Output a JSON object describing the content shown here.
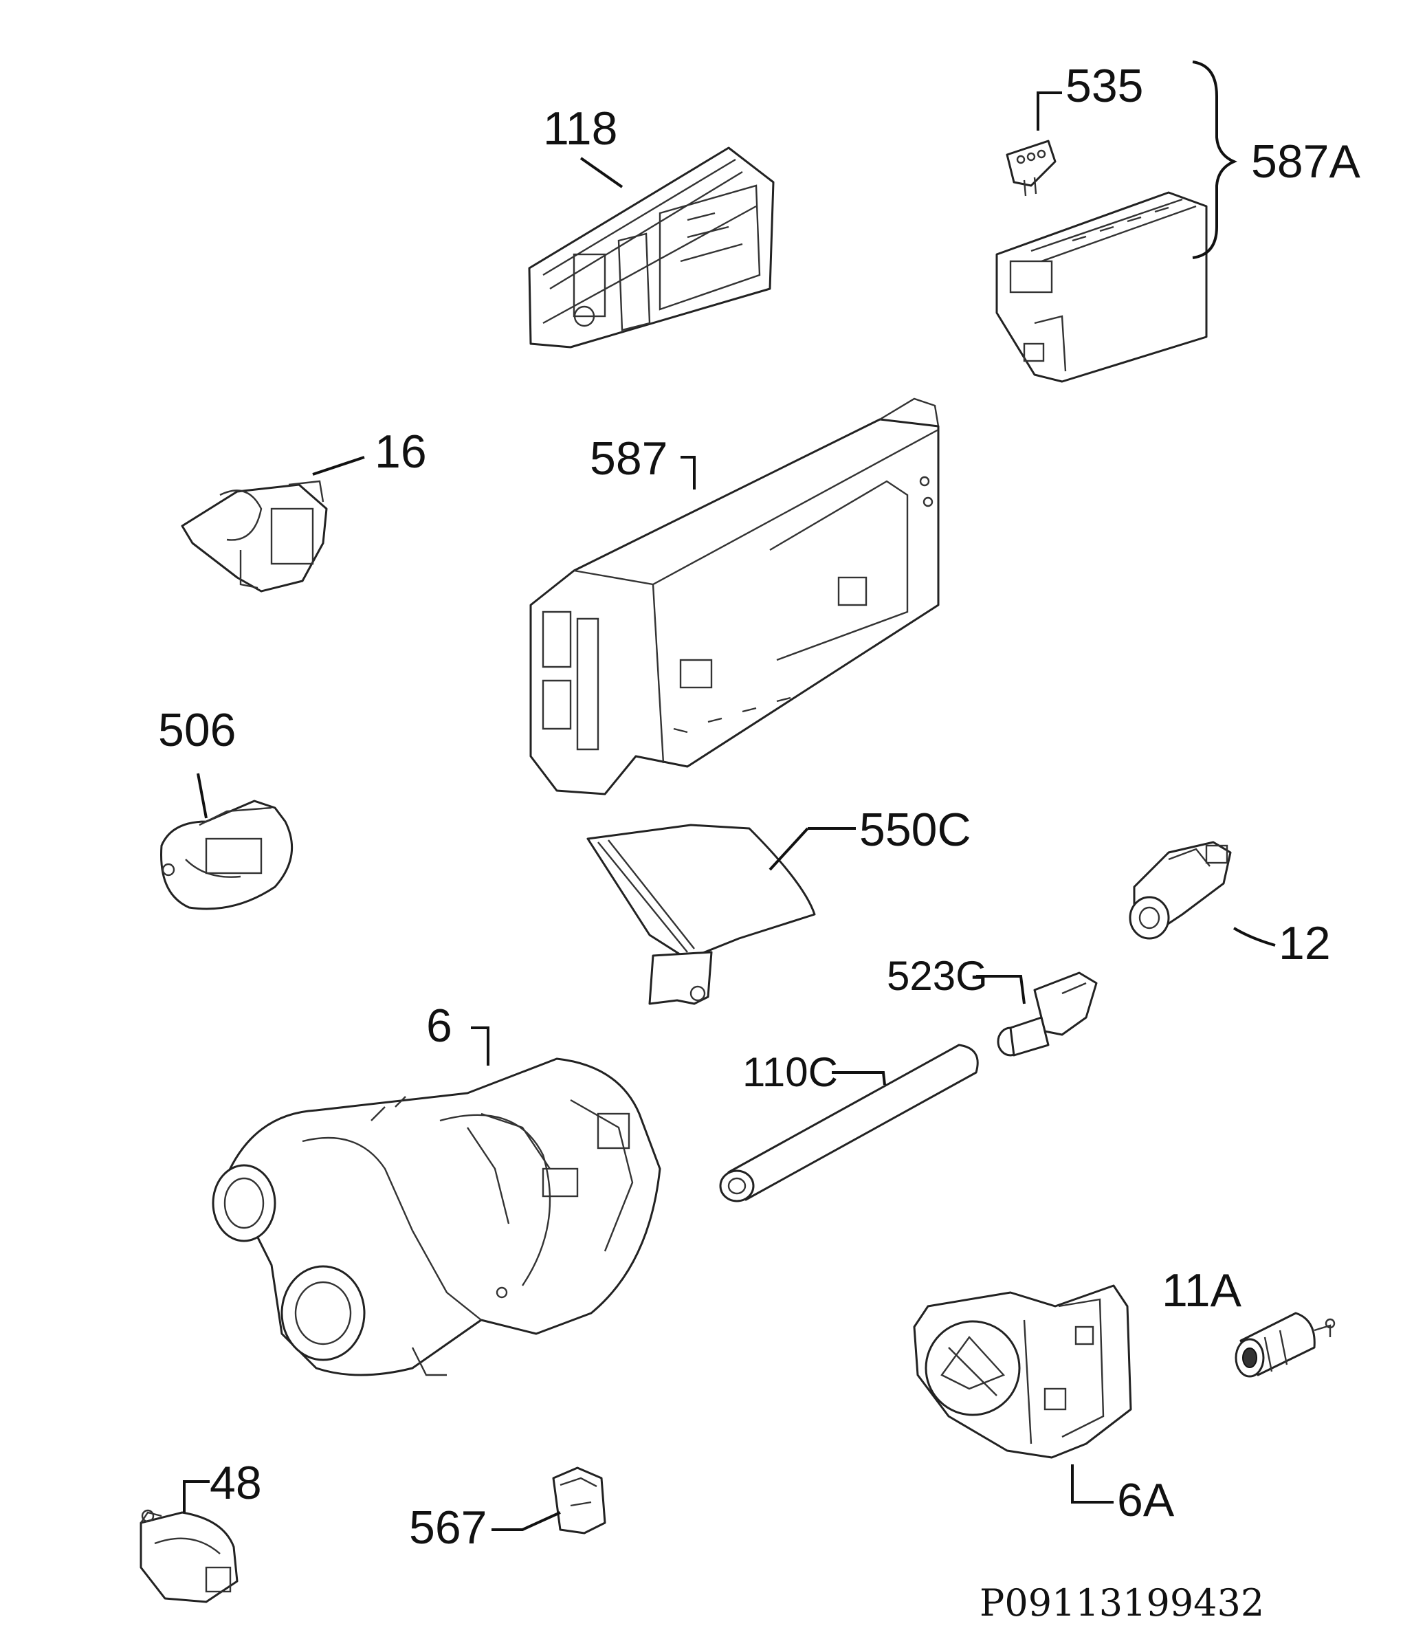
{
  "labels": {
    "p118": "118",
    "p535": "535",
    "p587A": "587A",
    "p16": "16",
    "p587": "587",
    "p506": "506",
    "p550C": "550C",
    "p12": "12",
    "p523G": "523G",
    "p6": "6",
    "p110C": "110C",
    "p11A": "11A",
    "p6A": "6A",
    "p48": "48",
    "p567": "567"
  },
  "reference": "P09113199432"
}
